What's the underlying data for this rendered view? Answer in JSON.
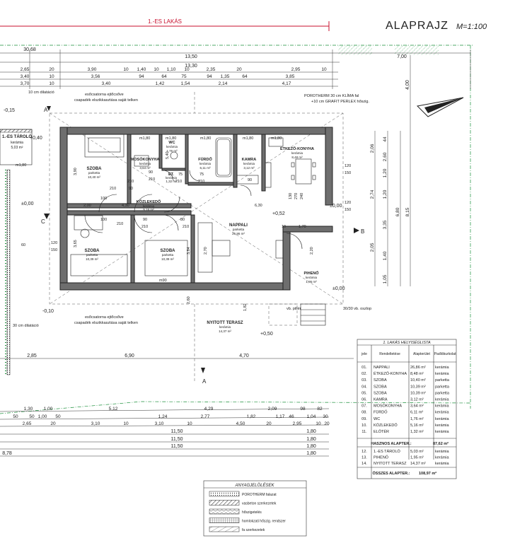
{
  "header": {
    "unit_label": "1.-ES LAKÁS",
    "title": "ALAPRAJZ",
    "scale": "M=1:100"
  },
  "dimensions_top": {
    "row1": [
      "30,68",
      "13,50",
      "7,00"
    ],
    "row2": [
      "13,30"
    ],
    "row3": [
      "2,65",
      "20",
      "3,90",
      "10",
      "1,40",
      "10",
      "1,10",
      "10",
      "2,35",
      "20",
      "2,95",
      "10"
    ],
    "row4": [
      "3,40",
      "10",
      "3,56",
      "94",
      "64",
      "75",
      "94",
      "1,35",
      "64",
      "3,85"
    ],
    "row5": [
      "3,70",
      "10",
      "3,40",
      "1,42",
      "1,54",
      "2,14",
      "4,17"
    ]
  },
  "dimensions_bottom": {
    "row1": [
      "2,85",
      "6,90",
      "4,70"
    ],
    "row2": [
      "1,30",
      "1,00",
      "5,12",
      "4,29",
      "2,09",
      "98",
      "82"
    ],
    "row3": [
      "50",
      "50",
      "1,00",
      "50",
      "1,24",
      "2,77",
      "1,82",
      "1,17",
      "46",
      "1,04",
      "30"
    ],
    "row4": [
      "2,65",
      "20",
      "3,10",
      "10",
      "3,10",
      "10",
      "4,50",
      "20",
      "2,95",
      "10",
      "20"
    ],
    "row5": [
      "11,50",
      "1,80"
    ],
    "row6": [
      "11,50",
      "1,80"
    ],
    "row7": [
      "11,50",
      "1,80"
    ],
    "row8": [
      "8,78",
      "1,80"
    ]
  },
  "dimensions_right": [
    "4,00",
    "2,06",
    "44",
    "2,60",
    "1,20",
    "2,74",
    "1,20",
    "2,05",
    "3,35",
    "1,40",
    "1,05",
    "6,80",
    "8,15"
  ],
  "notes": {
    "wall_top": "10 cm dilatáció",
    "gutter_top_1": "esőcsatorna ejtőcsőve",
    "gutter_top_2": "csapadék elszikkasztása saját telken",
    "gutter_bottom_1": "esőcsatorna ejtőcsőve",
    "gutter_bottom_2": "csapadék elszikkasztása saját telken",
    "porotherm_1": "POROTHERM 30 cm KLÍMA fal",
    "porotherm_2": "+10 cm GRAFIT PERLEX hőszig.",
    "dilatation_left": "30 cm dilatáció",
    "vb_column": "vb. pillér",
    "vb_oszlop": "30/30 vb. oszlop",
    "level_1": "-0,15",
    "level_2": "+0,40",
    "level_3": "±0,00",
    "level_4": "+0,52",
    "level_5": "±0,00",
    "level_6": "-0,10",
    "level_7": "+0,50",
    "level_8": "±0,00"
  },
  "rooms": [
    {
      "name": "1.-ES TÁROLÓ",
      "floor": "kerámia",
      "area": "5,03 m²"
    },
    {
      "name": "SZOBA",
      "floor": "parketta",
      "area": "10,40 m²"
    },
    {
      "name": "MOSÓKONYHA",
      "floor": "kerámia",
      "area": "3,64 m²"
    },
    {
      "name": "WC",
      "floor": "kerámia",
      "area": "1,76 m²"
    },
    {
      "name": "ET.",
      "floor": "kerámia",
      "area": "1,32 m²"
    },
    {
      "name": "FÜRDŐ",
      "floor": "kerámia",
      "area": "6,11 m²"
    },
    {
      "name": "KAMRA",
      "floor": "kerámia",
      "area": "3,12 m²"
    },
    {
      "name": "ÉTKEZŐ-KONYHA",
      "floor": "kerámia",
      "area": "8,48 m²"
    },
    {
      "name": "KÖZLEKEDŐ",
      "floor": "kerámia",
      "area": "5,16 m²"
    },
    {
      "name": "NAPPALI",
      "floor": "parketta",
      "area": "26,86 m²"
    },
    {
      "name": "SZOBA",
      "floor": "parketta",
      "area": "10,39 m²"
    },
    {
      "name": "SZOBA",
      "floor": "parketta",
      "area": "10,39 m²"
    },
    {
      "name": "PIHENŐ",
      "floor": "kerámia",
      "area": "1,95 m²"
    },
    {
      "name": "NYITOTT TERASZ",
      "floor": "kerámia",
      "area": "14,37 m²"
    }
  ],
  "door_marks": [
    "m1,80",
    "m1,80",
    "m1,80",
    "m1,80",
    "m1,80",
    "m1,80",
    "m90",
    "90",
    "210",
    "75",
    "210",
    "75",
    "210",
    "90",
    "100",
    "210",
    "100",
    "210",
    "80",
    "210",
    "90",
    "210",
    "90",
    "210",
    "120",
    "150",
    "1,70",
    "10",
    "2,20",
    "130",
    "270",
    "240",
    "120",
    "150",
    "120",
    "150",
    "2,00",
    "4,30",
    "6,30",
    "3,90",
    "3,65",
    "5,40",
    "2,60",
    "1,82",
    "3,84",
    "2,70",
    "60"
  ],
  "section_marks": {
    "a": "A",
    "b": "B",
    "c": "C",
    "b2": "B",
    "a2": "A"
  },
  "room_table": {
    "title": "1. LAKÁS HELYISÉGLISTA",
    "headers": [
      "jele",
      "Rendeltetése",
      "Alapterület",
      "Padlóburkolat"
    ],
    "rows": [
      [
        "01.",
        "NAPPALI",
        "26,86 m²",
        "kerámia"
      ],
      [
        "02.",
        "ÉTKEZŐ-KONYHA",
        "8,48 m²",
        "kerámia"
      ],
      [
        "03.",
        "SZOBA",
        "10,40 m²",
        "parketta"
      ],
      [
        "04.",
        "SZOBA",
        "10,39 m²",
        "parketta"
      ],
      [
        "05.",
        "SZOBA",
        "10,39 m²",
        "parketta"
      ],
      [
        "06.",
        "KAMRA",
        "3,12 m²",
        "kerámia"
      ],
      [
        "07.",
        "MOSÓKONYHA",
        "3,64 m²",
        "kerámia"
      ],
      [
        "08.",
        "FÜRDŐ",
        "6,11 m²",
        "kerámia"
      ],
      [
        "09.",
        "WC",
        "1,76 m²",
        "kerámia"
      ],
      [
        "10.",
        "KÖZLEKEDŐ",
        "5,16 m²",
        "kerámia"
      ],
      [
        "11.",
        "ELŐTÉR",
        "1,32 m²",
        "kerámia"
      ]
    ],
    "useful_label": "HASZNOS ALAPTER.:",
    "useful_value": "87,62 m²",
    "extra_rows": [
      [
        "12.",
        "1.-ES TÁROLÓ",
        "5,03 m²",
        "kerámia"
      ],
      [
        "13.",
        "PIHENŐ",
        "1,95 m²",
        "kerámia"
      ],
      [
        "14.",
        "NYITOTT TERASZ",
        "14,37 m²",
        "kerámia"
      ]
    ],
    "total_label": "ÖSSZES ALAPTER.:",
    "total_value": "108,97 m²"
  },
  "legend": {
    "title": "ANYAGJELÖLÉSEK",
    "items": [
      {
        "label": "POROTHERM falazat",
        "pattern": "dots"
      },
      {
        "label": "vasbeton szerkezetek",
        "pattern": "hatch"
      },
      {
        "label": "hőszigetelés",
        "pattern": "wave"
      },
      {
        "label": "homlokzati hőszig. rendszer",
        "pattern": "grid"
      },
      {
        "label": "fa szerkezetek",
        "pattern": "wood"
      }
    ]
  },
  "colors": {
    "accent": "#c8102e",
    "boundary": "#1a8f3a",
    "wall": "#6e6e6e"
  }
}
